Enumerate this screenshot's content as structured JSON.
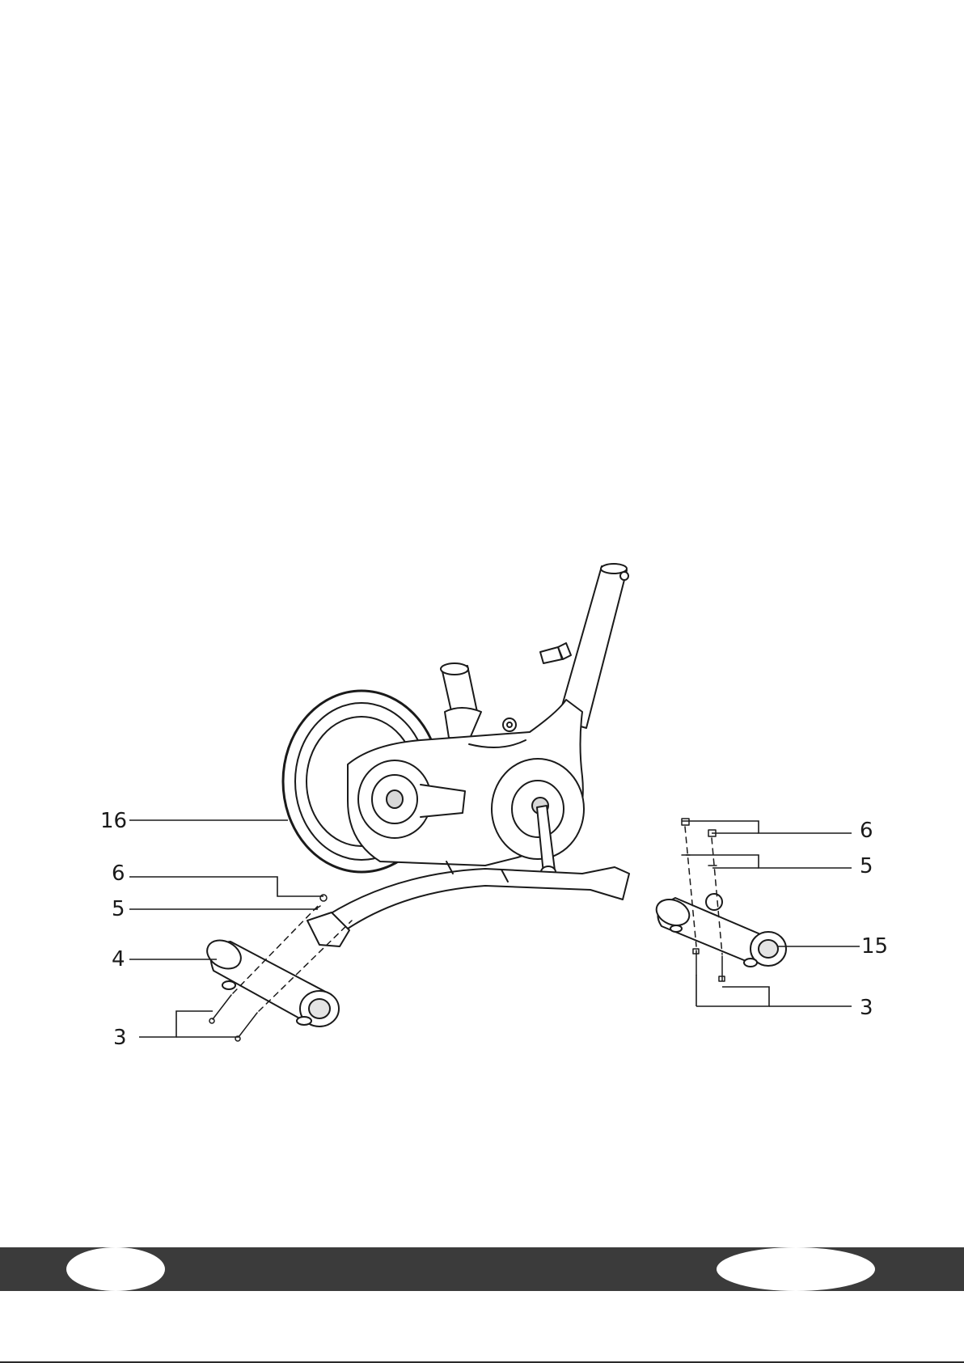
{
  "callouts": {
    "left": {
      "part_16": "16",
      "part_6": "6",
      "part_5": "5",
      "part_4": "4",
      "part_3": "3"
    },
    "right": {
      "part_6": "6",
      "part_5": "5",
      "part_15": "15",
      "part_3": "3"
    }
  },
  "colors": {
    "line": "#1a1a1a",
    "footer_bar": "#3b3b3b"
  },
  "icons": [
    "exercise-bike-frame-drawing",
    "stabilizer-foot-drawing"
  ]
}
